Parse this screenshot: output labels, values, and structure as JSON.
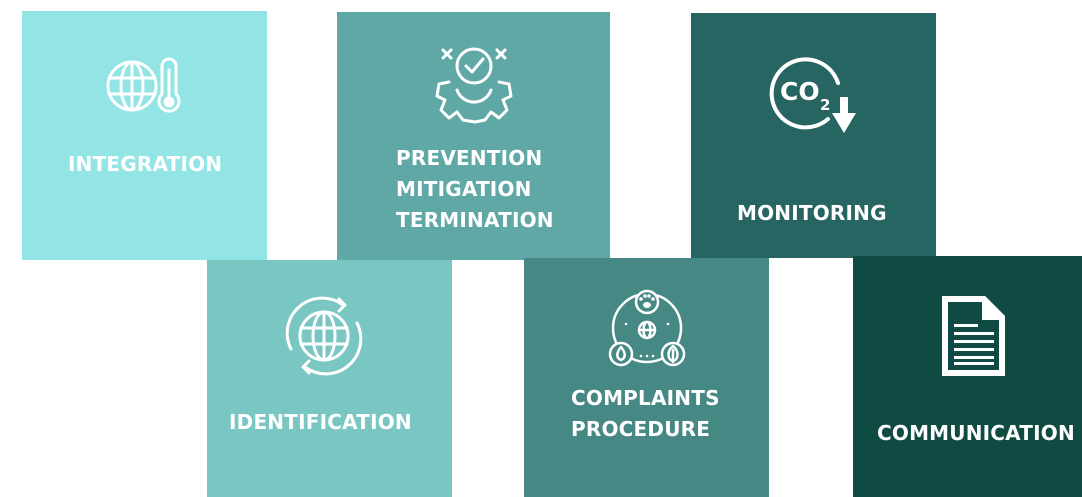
{
  "tiles": [
    {
      "id": "integration",
      "label_lines": [
        "INTEGRATION"
      ],
      "icon": "globe-thermometer-icon",
      "color": "#93e5e5"
    },
    {
      "id": "prevention",
      "label_lines": [
        "PREVENTION",
        "MITIGATION",
        "TERMINATION"
      ],
      "icon": "gear-checkmark-icon",
      "color": "#5fa8a6"
    },
    {
      "id": "monitoring",
      "label_lines": [
        "MONITORING"
      ],
      "icon": "co2-reduction-icon",
      "color": "#276562"
    },
    {
      "id": "identification",
      "label_lines": [
        "IDENTIFICATION"
      ],
      "icon": "globe-rotate-icon",
      "color": "#79c6c3"
    },
    {
      "id": "complaints",
      "label_lines": [
        "COMPLAINTS",
        "PROCEDURE"
      ],
      "icon": "ecosystem-icon",
      "color": "#458884"
    },
    {
      "id": "communication",
      "label_lines": [
        "COMMUNICATION"
      ],
      "icon": "document-icon",
      "color": "#0f4a43"
    }
  ]
}
